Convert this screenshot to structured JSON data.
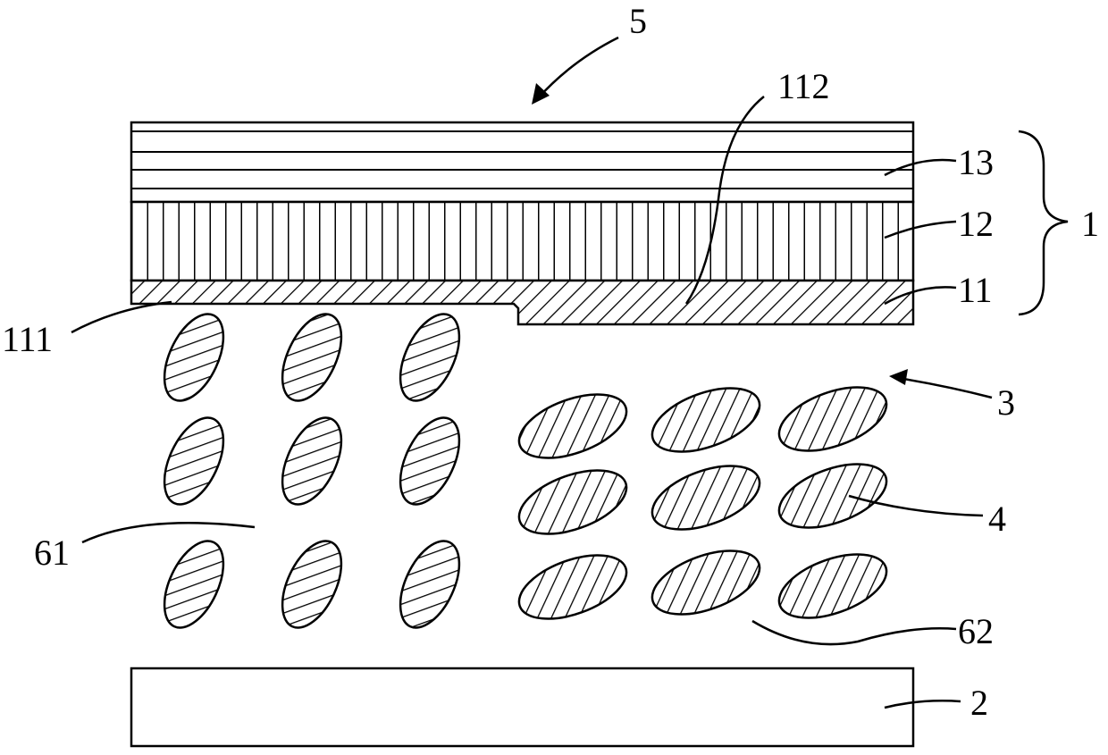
{
  "labels": {
    "l5": "5",
    "l112": "112",
    "l13": "13",
    "l12": "12",
    "l11": "11",
    "l1": "1",
    "l111": "111",
    "l3": "3",
    "l4": "4",
    "l61": "61",
    "l62": "62",
    "l2": "2"
  },
  "colors": {
    "line": "#000000",
    "background": "#ffffff"
  },
  "layers": {
    "film_13": "horizontal multi-line stack",
    "layer_12": "vertical line pattern",
    "layer_11": "diagonal hatch with stepped lower edge"
  },
  "molecule_groups": {
    "region_61": {
      "arrangement": "3x3",
      "orientation": "vertical"
    },
    "region_62": {
      "arrangement": "3x3",
      "orientation": "tilted"
    }
  }
}
